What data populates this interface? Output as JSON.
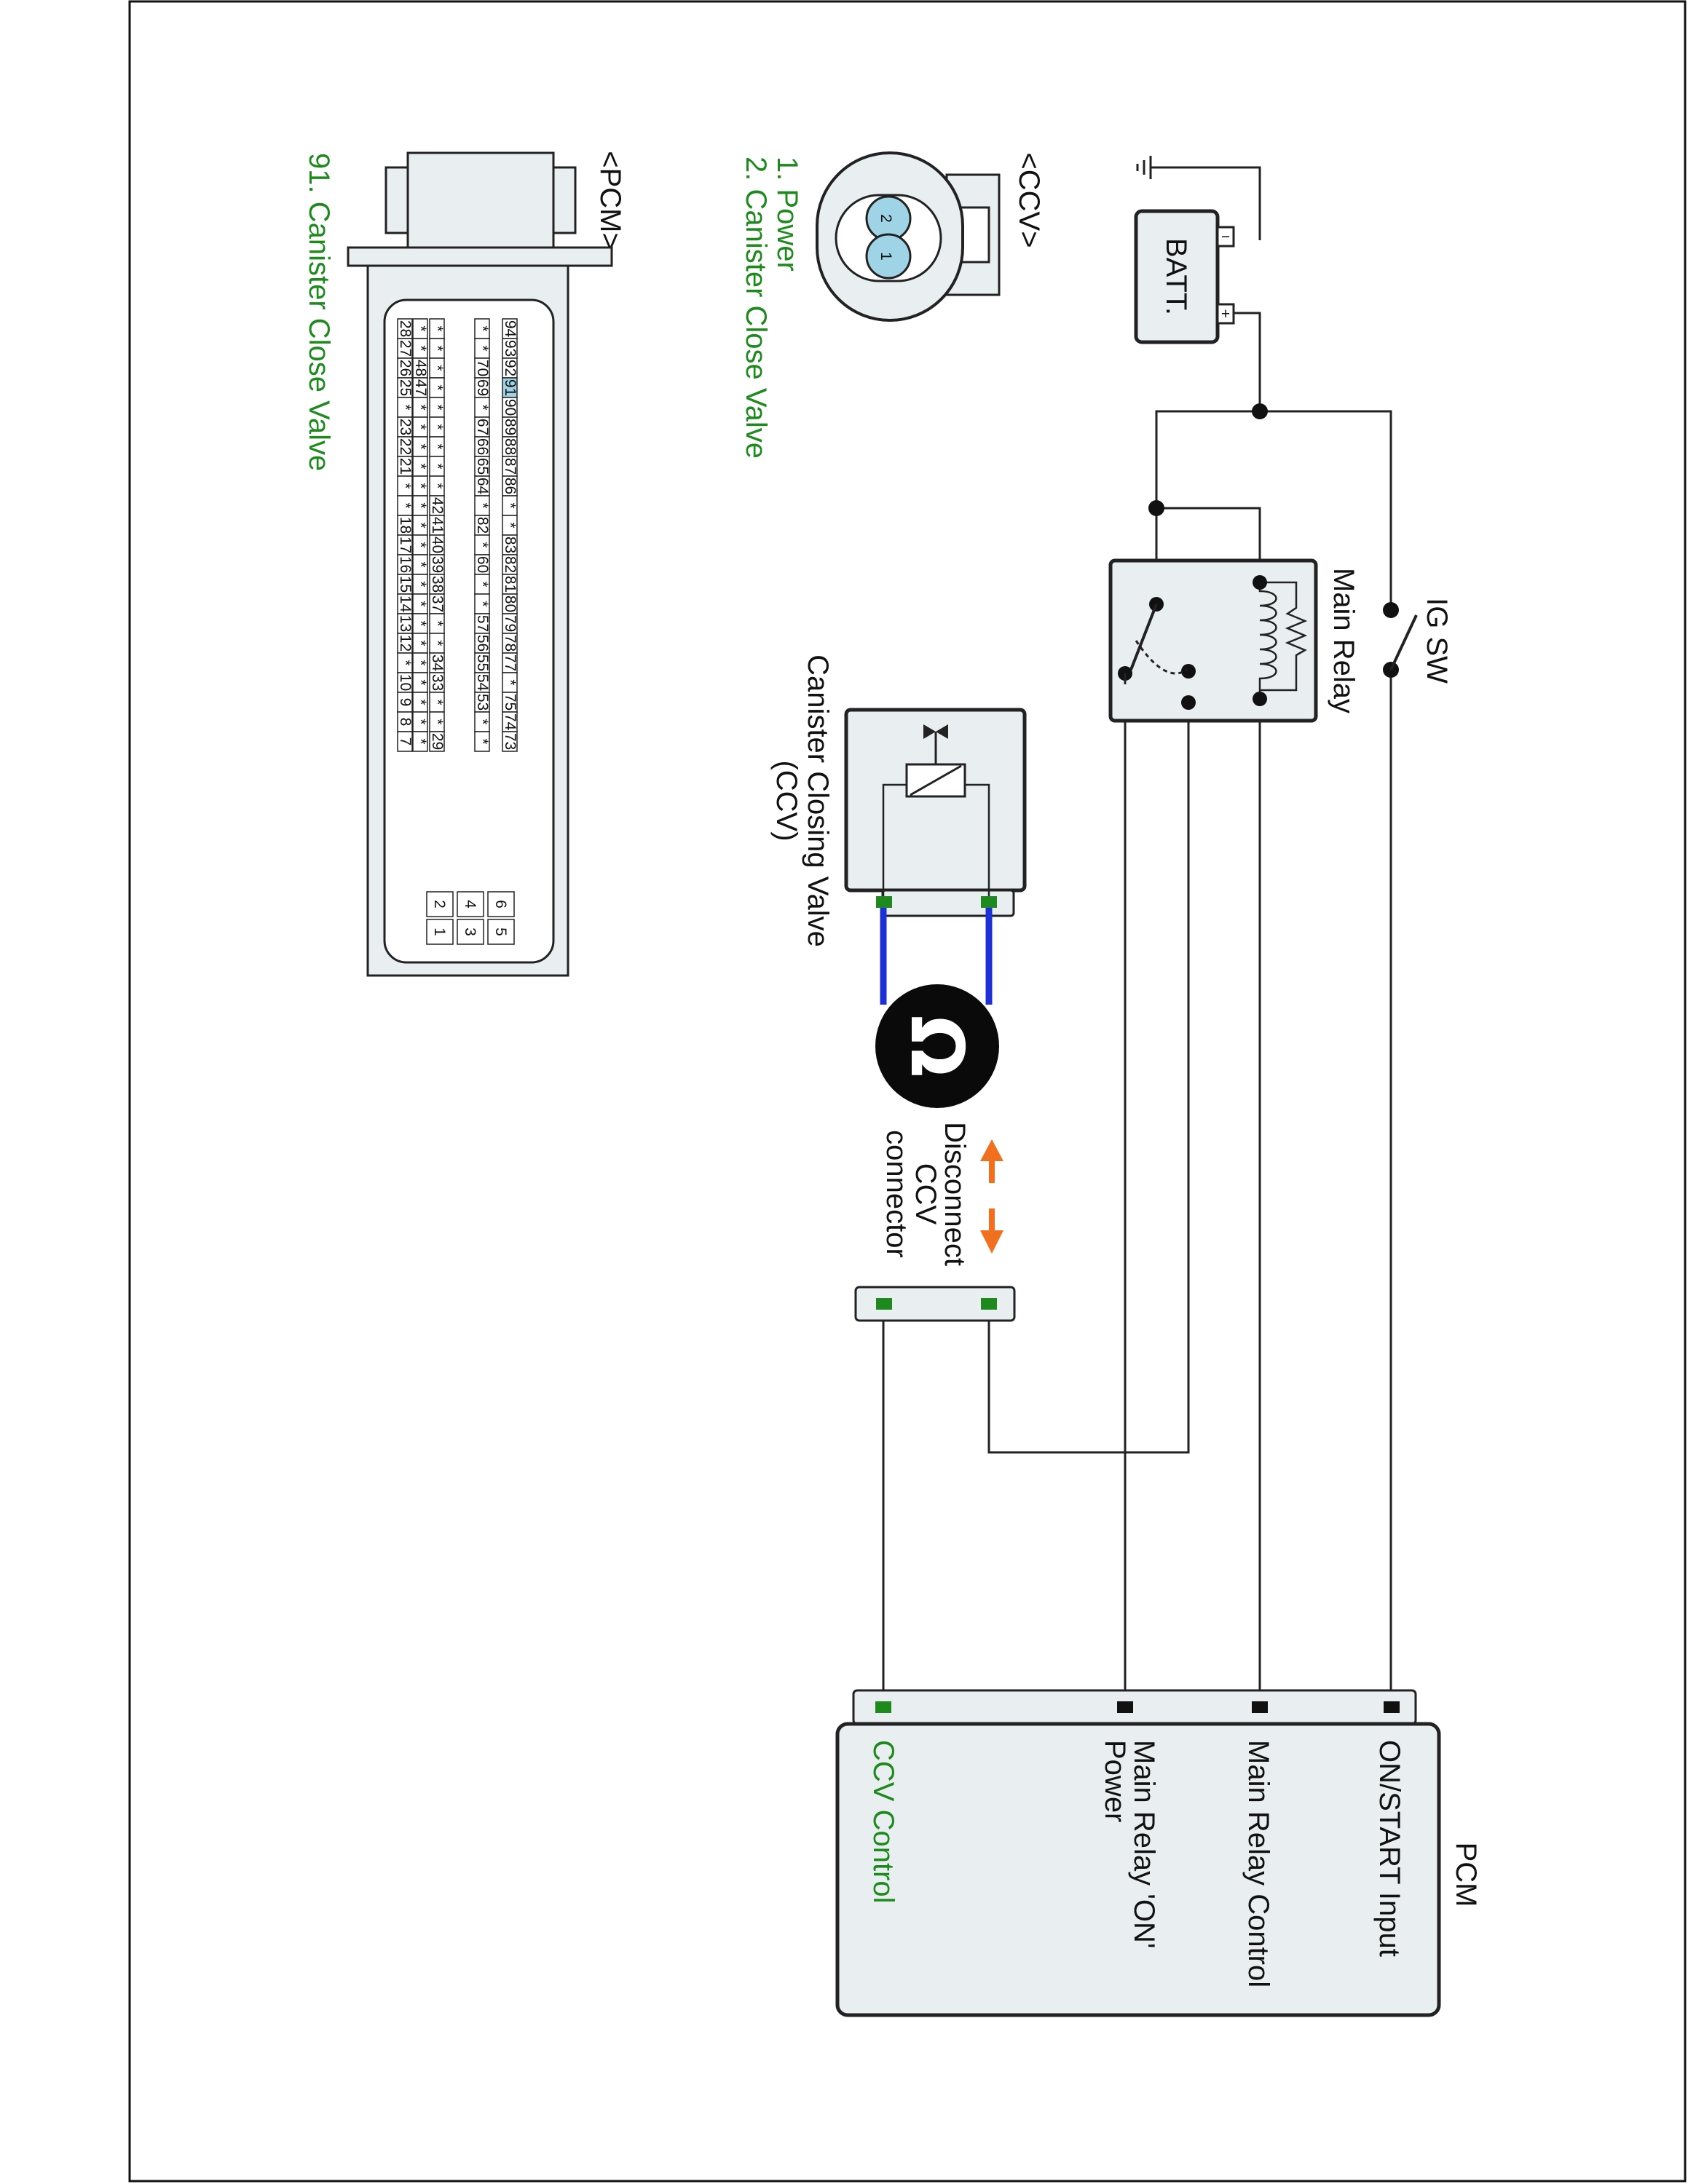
{
  "labels": {
    "ig_sw": "IG SW",
    "main_relay": "Main Relay",
    "batt": "BATT.",
    "ccv_name_line1": "Canister Closing Valve",
    "ccv_name_line2": "(CCV)",
    "ohm_symbol": "Ω",
    "disconnect_line1": "Disconnect",
    "disconnect_line2": "CCV",
    "disconnect_line3": "connector",
    "pcm": "PCM",
    "pcm_pin_on_start": "ON/START Input",
    "pcm_pin_relay_control": "Main Relay Control",
    "pcm_pin_relay_on_line1": "Main Relay 'ON'",
    "pcm_pin_relay_on_line2": "Power",
    "pcm_pin_ccv_control": "CCV Control"
  },
  "ccv_connector": {
    "title": "<CCV>",
    "pins": [
      {
        "number": "1",
        "label": "1. Power"
      },
      {
        "number": "2",
        "label": "2. Canister Close Valve"
      }
    ]
  },
  "pcm_connector": {
    "title": "<PCM>",
    "highlighted_pin": "91",
    "highlight_label": "91. Canister Close Valve",
    "rows": [
      [
        "94",
        "93",
        "92",
        "91",
        "90",
        "89",
        "88",
        "87",
        "86",
        "*",
        "*",
        "83",
        "82",
        "81",
        "80",
        "79",
        "78",
        "77",
        "*",
        "75",
        "74",
        "73"
      ],
      [
        "*",
        "*",
        "70",
        "69",
        "*",
        "67",
        "66",
        "65",
        "64",
        "*",
        "82",
        "*",
        "60",
        "*",
        "*",
        "57",
        "56",
        "55",
        "54",
        "53",
        "*",
        "*"
      ],
      [
        "*",
        "*",
        "*",
        "*",
        "*",
        "*",
        "*",
        "*",
        "*",
        "42",
        "41",
        "40",
        "39",
        "38",
        "37",
        "*",
        "*",
        "34",
        "33",
        "*",
        "*",
        "29"
      ],
      [
        "*",
        "*",
        "48",
        "47",
        "*",
        "*",
        "*",
        "*",
        "*",
        "*",
        "*",
        "*",
        "*",
        "*",
        "*",
        "*",
        "*",
        "*",
        "*",
        "*",
        "*",
        "*"
      ],
      [
        "28",
        "27",
        "26",
        "25",
        "*",
        "23",
        "22",
        "21",
        "*",
        "*",
        "18",
        "17",
        "16",
        "15",
        "14",
        "13",
        "12",
        "*",
        "10",
        "9",
        "8",
        "7"
      ]
    ],
    "power_pins": [
      [
        "6",
        "5"
      ],
      [
        "4",
        "3"
      ],
      [
        "2",
        "1"
      ]
    ]
  },
  "colors": {
    "wire": "#222222",
    "highlight_text": "#1e8a1e",
    "terminal_green": "#1e8a1e",
    "probe_lead": "#1f2fd6",
    "disconnect_arrow": "#f07020",
    "component_fill": "#e9eef1",
    "highlight_cell": "#9fd3e6"
  }
}
